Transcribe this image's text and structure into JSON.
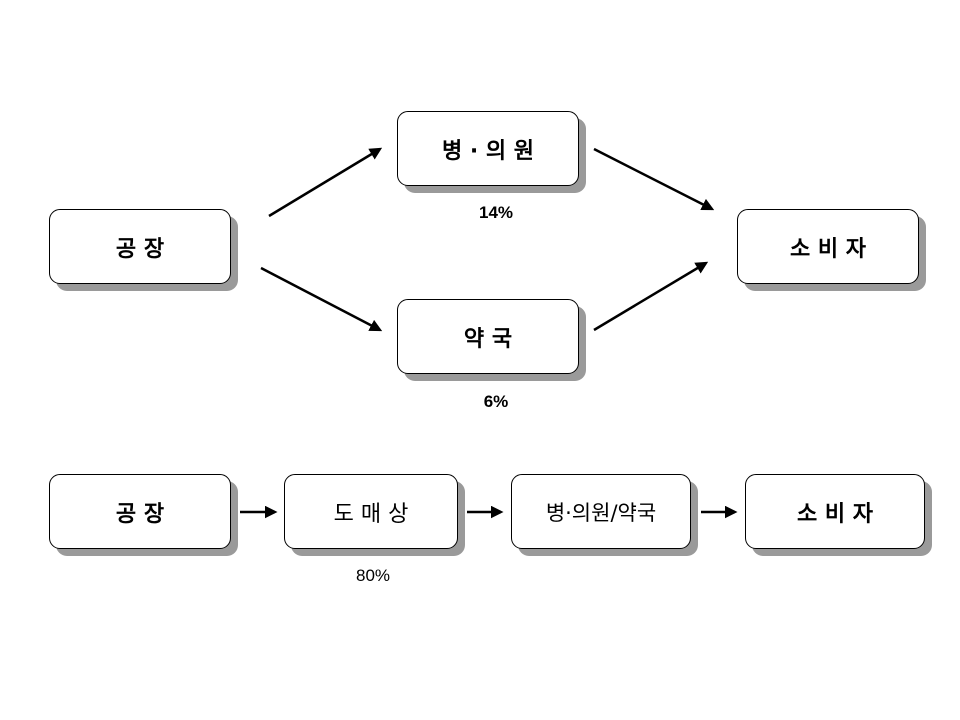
{
  "upper_flow": {
    "factory": "공 장",
    "hospital": "병 · 의 원",
    "pharmacy": "약  국",
    "consumer": "소 비 자",
    "hospital_share": "14%",
    "pharmacy_share": "6%"
  },
  "lower_flow": {
    "factory": "공 장",
    "wholesaler": "도 매 상",
    "hospital_pharmacy": "병·의원/약국",
    "consumer": "소 비 자",
    "wholesaler_share": "80%"
  }
}
